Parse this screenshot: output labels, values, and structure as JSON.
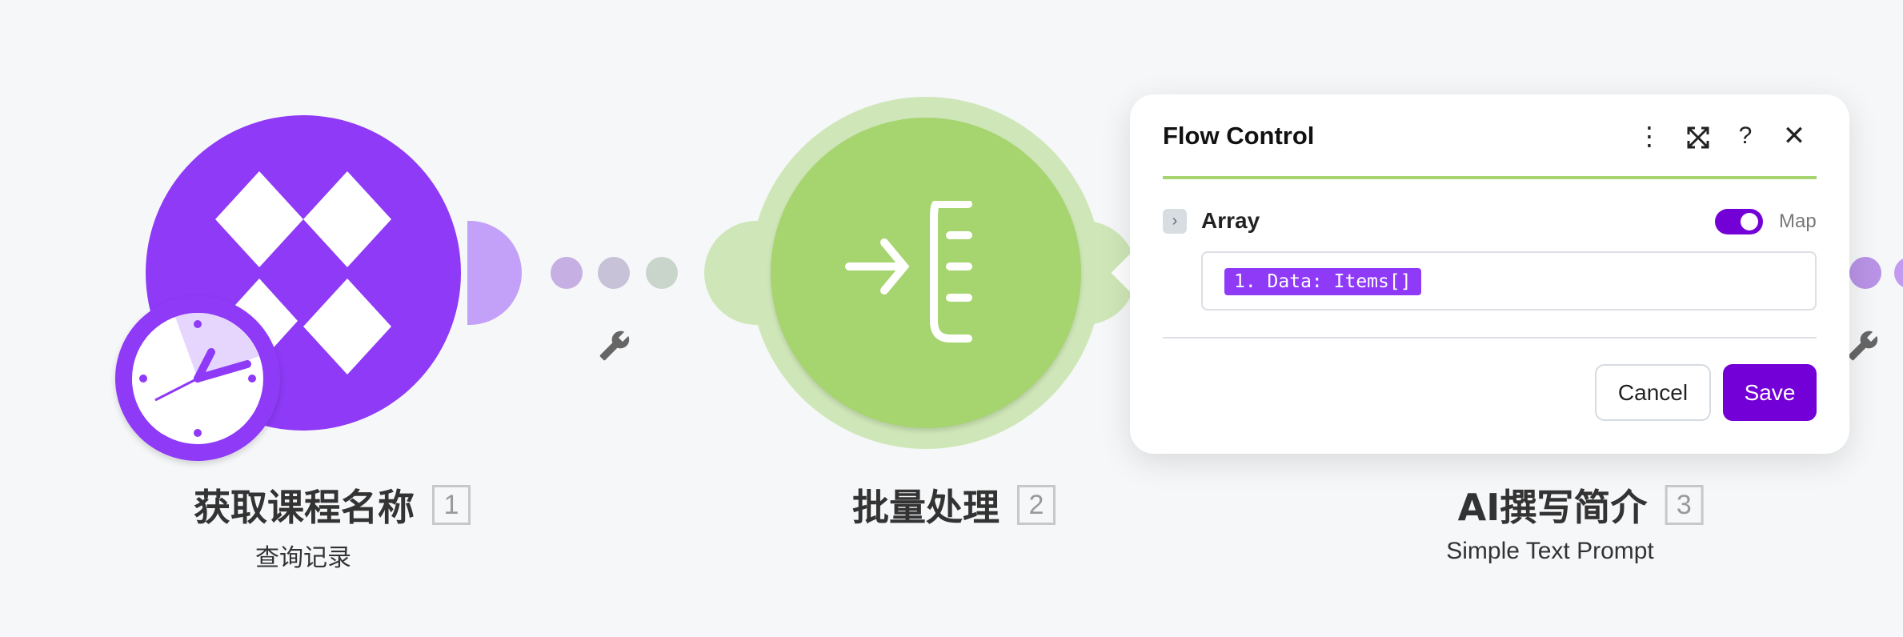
{
  "nodes": [
    {
      "title": "获取课程名称",
      "number": "1",
      "subtitle": "查询记录",
      "color": "#8e3af7"
    },
    {
      "title": "批量处理",
      "number": "2",
      "color": "#a6d46f"
    },
    {
      "title": "AI撰写简介",
      "number": "3",
      "subtitle": "Simple Text Prompt"
    }
  ],
  "popup": {
    "title": "Flow Control",
    "field_label": "Array",
    "toggle_label": "Map",
    "toggle_on": true,
    "chip": "1. Data: Items[]",
    "cancel": "Cancel",
    "save": "Save",
    "accent": "#7300d6"
  }
}
